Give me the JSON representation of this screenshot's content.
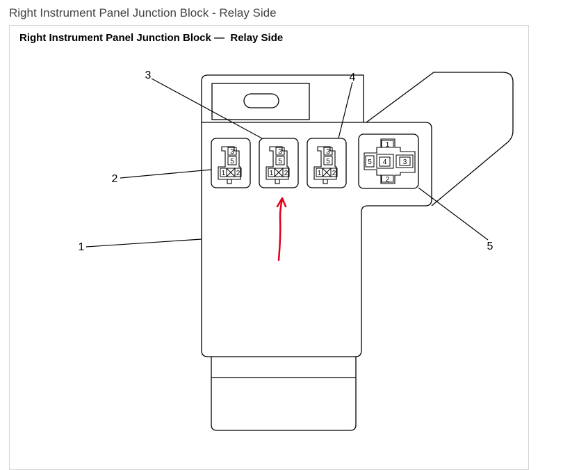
{
  "page": {
    "caption": "Right Instrument Panel Junction Block - Relay Side"
  },
  "figure": {
    "title": "Right Instrument Panel Junction Block —  Relay Side"
  },
  "callouts": {
    "c1": "1",
    "c2": "2",
    "c3": "3",
    "c4": "4",
    "c5": "5"
  },
  "relays": [
    {
      "top": "3",
      "mid": "5",
      "left": "1",
      "right": "2"
    },
    {
      "top": "3",
      "mid": "5",
      "left": "1",
      "right": "2"
    },
    {
      "top": "3",
      "mid": "5",
      "left": "1",
      "right": "2"
    }
  ],
  "large_relay": {
    "top": "1",
    "left": "5",
    "center": "4",
    "right": "3",
    "bottom": "2"
  },
  "colors": {
    "caption_text": "#444444",
    "line": "#000000",
    "arrow": "#e0001b",
    "frame_border": "#d6d6d6"
  }
}
